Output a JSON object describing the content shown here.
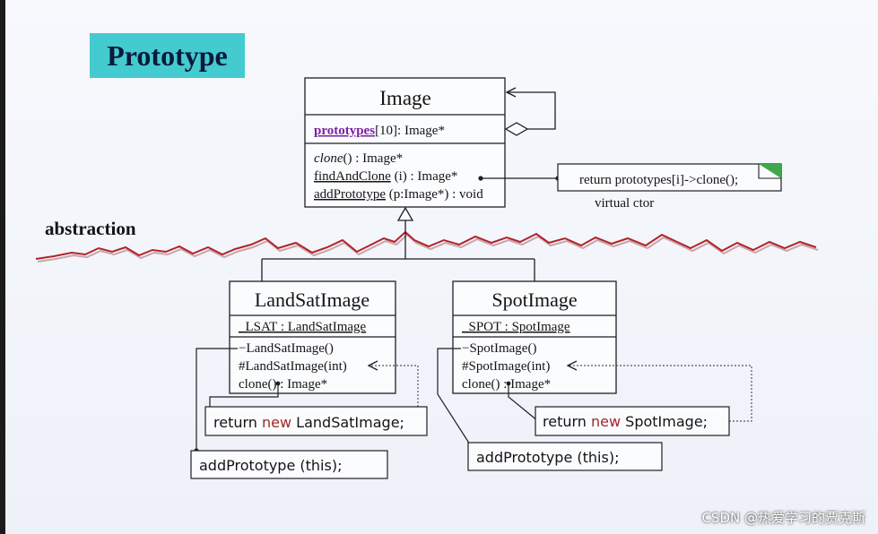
{
  "title": "Prototype",
  "abstraction_label": "abstraction",
  "virtual_ctor_label": "virtual ctor",
  "colors": {
    "title_bg": "#43cbd0",
    "purple": "#7b1fa2",
    "keyword_red": "#a0282a",
    "note_fold_green": "#3fa84a",
    "line": "#1e1e24",
    "wave_red": "#b2232a"
  },
  "image_class": {
    "name": "Image",
    "attribute": {
      "name": "prototypes",
      "rest": "[10]: Image*"
    },
    "methods": [
      {
        "name": "clone",
        "rest": "() : Image*",
        "italic": true,
        "underline": false
      },
      {
        "name": "findAndClone",
        "rest": " (i) : Image*",
        "italic": false,
        "underline": true
      },
      {
        "name": "addPrototype",
        "rest": " (p:Image*) : void",
        "italic": false,
        "underline": true
      }
    ]
  },
  "note": {
    "text": "return prototypes[i]->clone();"
  },
  "landsat_class": {
    "name": "LandSatImage",
    "attribute": "_LSAT : LandSatImage",
    "methods": [
      "−LandSatImage()",
      "#LandSatImage(int)",
      "clone() : Image*"
    ]
  },
  "spot_class": {
    "name": "SpotImage",
    "attribute": "_SPOT : SpotImage",
    "methods": [
      "−SpotImage()",
      "#SpotImage(int)",
      "clone() : Image*"
    ]
  },
  "code_boxes": {
    "landsat_return": {
      "pre": "return ",
      "kw": "new",
      "post": " LandSatImage;"
    },
    "spot_return": {
      "pre": "return ",
      "kw": "new",
      "post": " SpotImage;"
    },
    "landsat_add": "addPrototype (this);",
    "spot_add": "addPrototype (this);"
  },
  "watermark": "CSDN @热爱学习的贾克斯"
}
